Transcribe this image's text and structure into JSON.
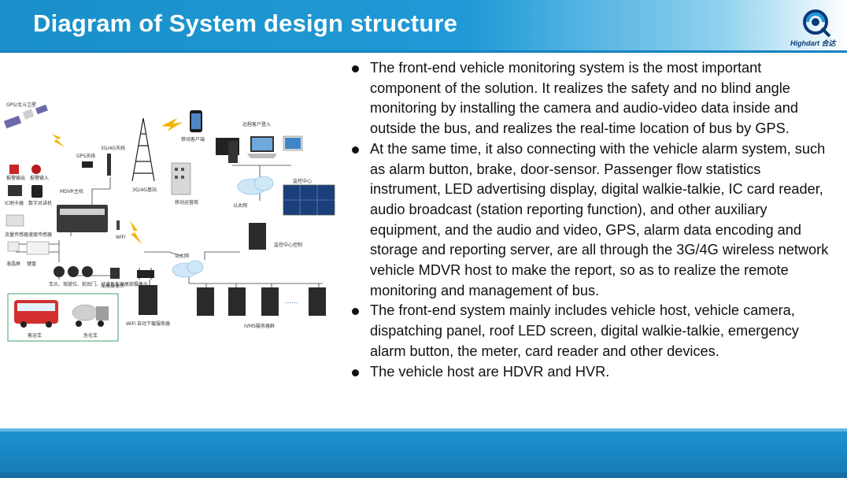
{
  "header": {
    "title": "Diagram of System design structure",
    "accent": "#1f9ad6"
  },
  "logo": {
    "text": "Highdart 合达",
    "icon": "company-logo-icon"
  },
  "diagram": {
    "labels": {
      "gps": "GPS/北斗卫星",
      "mobile": "移动客户端",
      "remote": "远程客户登入",
      "gps_antenna": "GPS天线",
      "antenna_4g": "3G/4G天线",
      "base_station": "3G/4G基站",
      "operator": "移动运营商",
      "monitor_center": "监控中心",
      "ethernet_top": "以太网",
      "control_server": "监控中心控制",
      "alarm_out": "报警输出",
      "alarm_in": "报警输入",
      "ic_card": "IC刷卡器",
      "intercom": "数字对讲机",
      "mdvr": "MDVR主机",
      "flow": "流量传感器速度传感器",
      "led": "液晶屏",
      "keypad": "键盘",
      "wifi": "WiFi",
      "cameras": "车头、驾驶位、前后门、过道及车厢尾部摄像头",
      "rear_cam": "车尾摄像头",
      "ethernet_mid": "以太网",
      "wifi_server": "WiFi 自动下载服务器",
      "ivms": "IVMS服务器群",
      "bus": "客运车",
      "truck": "危化车"
    }
  },
  "bullets": [
    "The front-end vehicle monitoring system is the most important component of the solution. It realizes the safety and no blind angle monitoring by installing the camera and audio-video data inside and outside the bus, and realizes the real-time location of bus by GPS.",
    "At the same time, it also connecting with the vehicle alarm system, such as alarm button, brake, door-sensor. Passenger flow statistics instrument, LED advertising display, digital walkie-talkie, IC card reader, audio broadcast (station reporting function), and other auxiliary equipment, and the audio and video, GPS, alarm data encoding and storage and reporting server, are all through the 3G/4G wireless network vehicle MDVR host to make the report, so as to realize the remote monitoring and management of bus.",
    "The front-end system mainly includes vehicle host, vehicle camera, dispatching panel, roof LED screen, digital walkie-talkie, emergency alarm button, the meter, card reader and other devices.",
    "The vehicle host are HDVR and HVR."
  ]
}
